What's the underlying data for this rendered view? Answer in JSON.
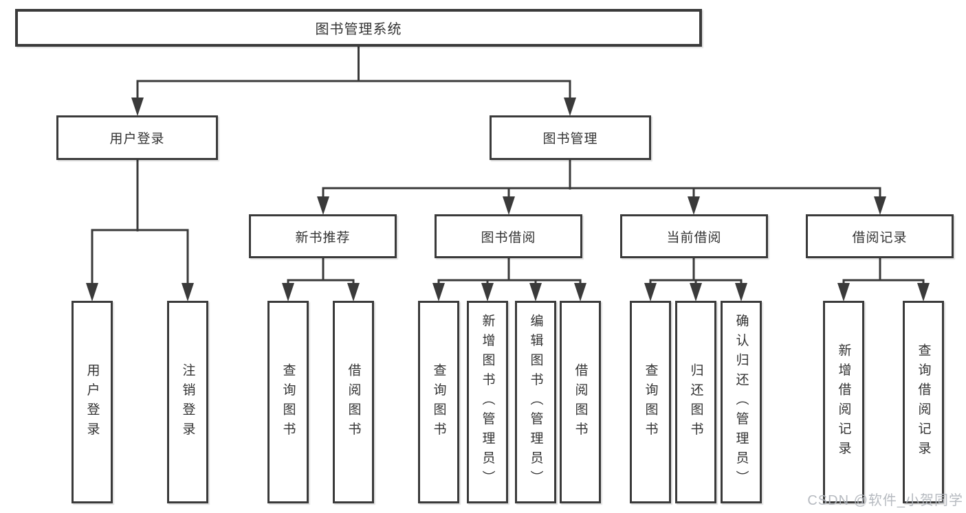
{
  "tree": {
    "root": {
      "label": "图书管理系统"
    },
    "level2": [
      {
        "label": "用户登录",
        "children": [
          {
            "label": "用户登录"
          },
          {
            "label": "注销登录"
          }
        ]
      },
      {
        "label": "图书管理",
        "children": [
          {
            "label": "新书推荐",
            "children": [
              {
                "label": "查询图书"
              },
              {
                "label": "借阅图书"
              }
            ]
          },
          {
            "label": "图书借阅",
            "children": [
              {
                "label": "查询图书"
              },
              {
                "label": "新增图书（管理员）"
              },
              {
                "label": "编辑图书（管理员）"
              },
              {
                "label": "借阅图书"
              }
            ]
          },
          {
            "label": "当前借阅",
            "children": [
              {
                "label": "查询图书"
              },
              {
                "label": "归还图书"
              },
              {
                "label": "确认归还（管理员）"
              }
            ]
          },
          {
            "label": "借阅记录",
            "children": [
              {
                "label": "新增借阅记录"
              },
              {
                "label": "查询借阅记录"
              }
            ]
          }
        ]
      }
    ]
  },
  "watermark": {
    "text": "CSDN @软件_小贺同学"
  },
  "colors": {
    "line": "#3a3a3a",
    "box_border": "#3a3a3a",
    "text": "#333333",
    "watermark": "#b2b6bd",
    "background": "#ffffff"
  }
}
